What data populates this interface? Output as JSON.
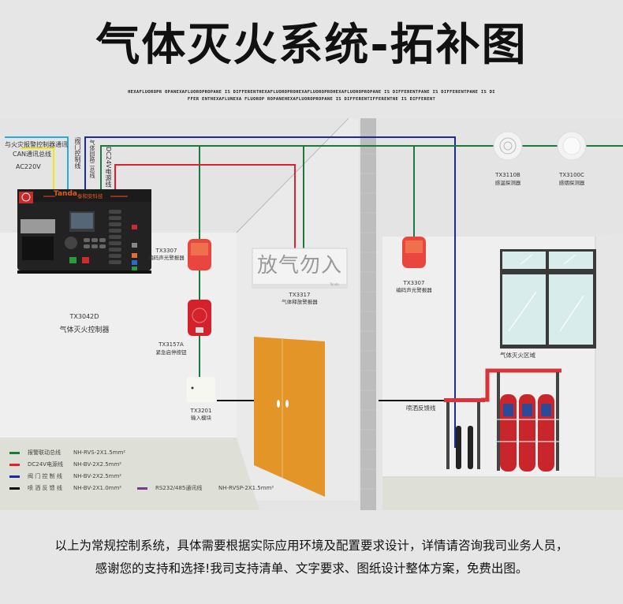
{
  "title": "气体灭火系统-拓补图",
  "subtitle_lines": [
    "HEXAFLUOROPR OPANEXAFLUOROPROPANE IS DIFFERENTHEXAFLUOROPROHEXAFLUOROPROHEXAFLUOROPROPANE IS DIFFERENTPANE IS DIFFERENTPANE IS DI",
    "FFER ENTHEXAFLUNEXA FLUOROP ROPANEHEXAFLUOROPROPANE IS DIFFERENTIFFERENTNE IS DIFFERENT"
  ],
  "wire_labels": {
    "fire_alarm_comm": "与火灾报警控制器通讯",
    "can_bus": "CAN通讯总线",
    "ac220v": "AC220V",
    "valve_control": "阀门控制线",
    "gas_loop_bus": "气体回路二总线",
    "dc24v": "DC24V电源线",
    "spray_feedback": "喷洒反馈线"
  },
  "controller": {
    "brand": "Tanda",
    "brand_cn": "泰和安科技",
    "model": "TX3042D",
    "name": "气体灭火控制器"
  },
  "devices": [
    {
      "id": "sounder-left",
      "model": "TX3307",
      "name": "编码声光警报器"
    },
    {
      "id": "button",
      "model": "TX3157A",
      "name": "紧急启停按钮"
    },
    {
      "id": "input-module",
      "model": "TX3201",
      "name": "输入模块"
    },
    {
      "id": "release-sign",
      "model": "TX3317",
      "name": "气体释放警报器",
      "sign_text": "放气勿入",
      "sign_brand": "Tanda"
    },
    {
      "id": "sounder-right",
      "model": "TX3307",
      "name": "编码声光警报器"
    },
    {
      "id": "heat-detector",
      "model": "TX3110B",
      "name": "感温探测器"
    },
    {
      "id": "smoke-detector",
      "model": "TX3100C",
      "name": "感烟探测器"
    }
  ],
  "zone_label": "气体灭火区域",
  "legend": [
    {
      "name": "报警联动总线",
      "spec": "NH-RVS-2X1.5mm²",
      "color": "#1a7a3a"
    },
    {
      "name": "DC24V电源线",
      "spec": "NH-BV-2X2.5mm²",
      "color": "#e0202a"
    },
    {
      "name": "阀 门 控 制 线",
      "spec": "NH-BV-2X2.5mm²",
      "color": "#1f2a9a"
    },
    {
      "name": "喷 洒 反 馈 线",
      "spec": "NH-BV-2X1.0mm²",
      "color": "#111111"
    },
    {
      "name": "RS232/485通讯线",
      "spec": "NH-RVSP-2X1.5mm²",
      "color": "#7a3a8a"
    }
  ],
  "colors": {
    "bus_green": "#1a7a3a",
    "power_red": "#e0202a",
    "valve_blue": "#1f2a9a",
    "feedback_black": "#111111",
    "can_cyan": "#2aa8e0",
    "ac_yellow": "#f2e41a",
    "door_orange": "#e39527",
    "cylinder_red": "#c8262a"
  },
  "footer": [
    "以上为常规控制系统，具体需要根据实际应用环境及配置要求设计，详情请咨询我司业务人员，",
    "感谢您的支持和选择!我司支持清单、文字要求、图纸设计整体方案，免费出图。"
  ]
}
